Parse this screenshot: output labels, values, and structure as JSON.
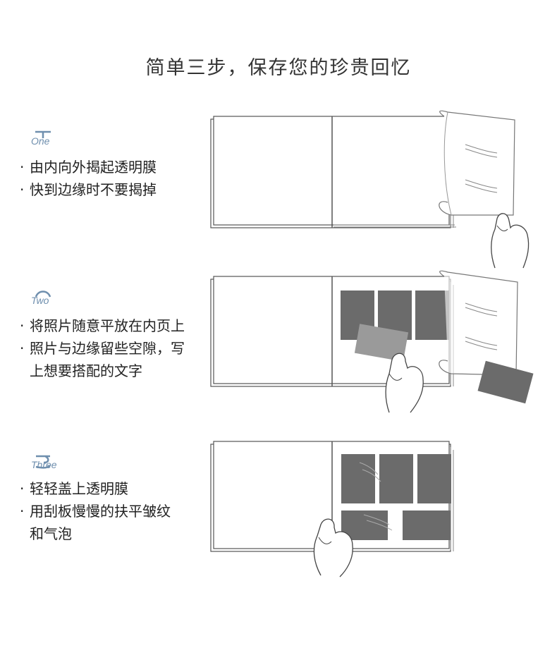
{
  "title": "简单三步，保存您的珍贵回忆",
  "steps": [
    {
      "label": "One",
      "lines": [
        "由内向外揭起透明膜",
        "快到边缘时不要揭掉"
      ]
    },
    {
      "label": "Two",
      "lines": [
        "将照片随意平放在内页上",
        "照片与边缘留些空隙，写",
        "上想要搭配的文字"
      ]
    },
    {
      "label": "Three",
      "lines": [
        "轻轻盖上透明膜",
        "用刮板慢慢的扶平皱纹",
        "和气泡"
      ]
    }
  ],
  "colors": {
    "accent": "#6f8fae",
    "photo": "#6b6b6b",
    "line": "#555555"
  }
}
